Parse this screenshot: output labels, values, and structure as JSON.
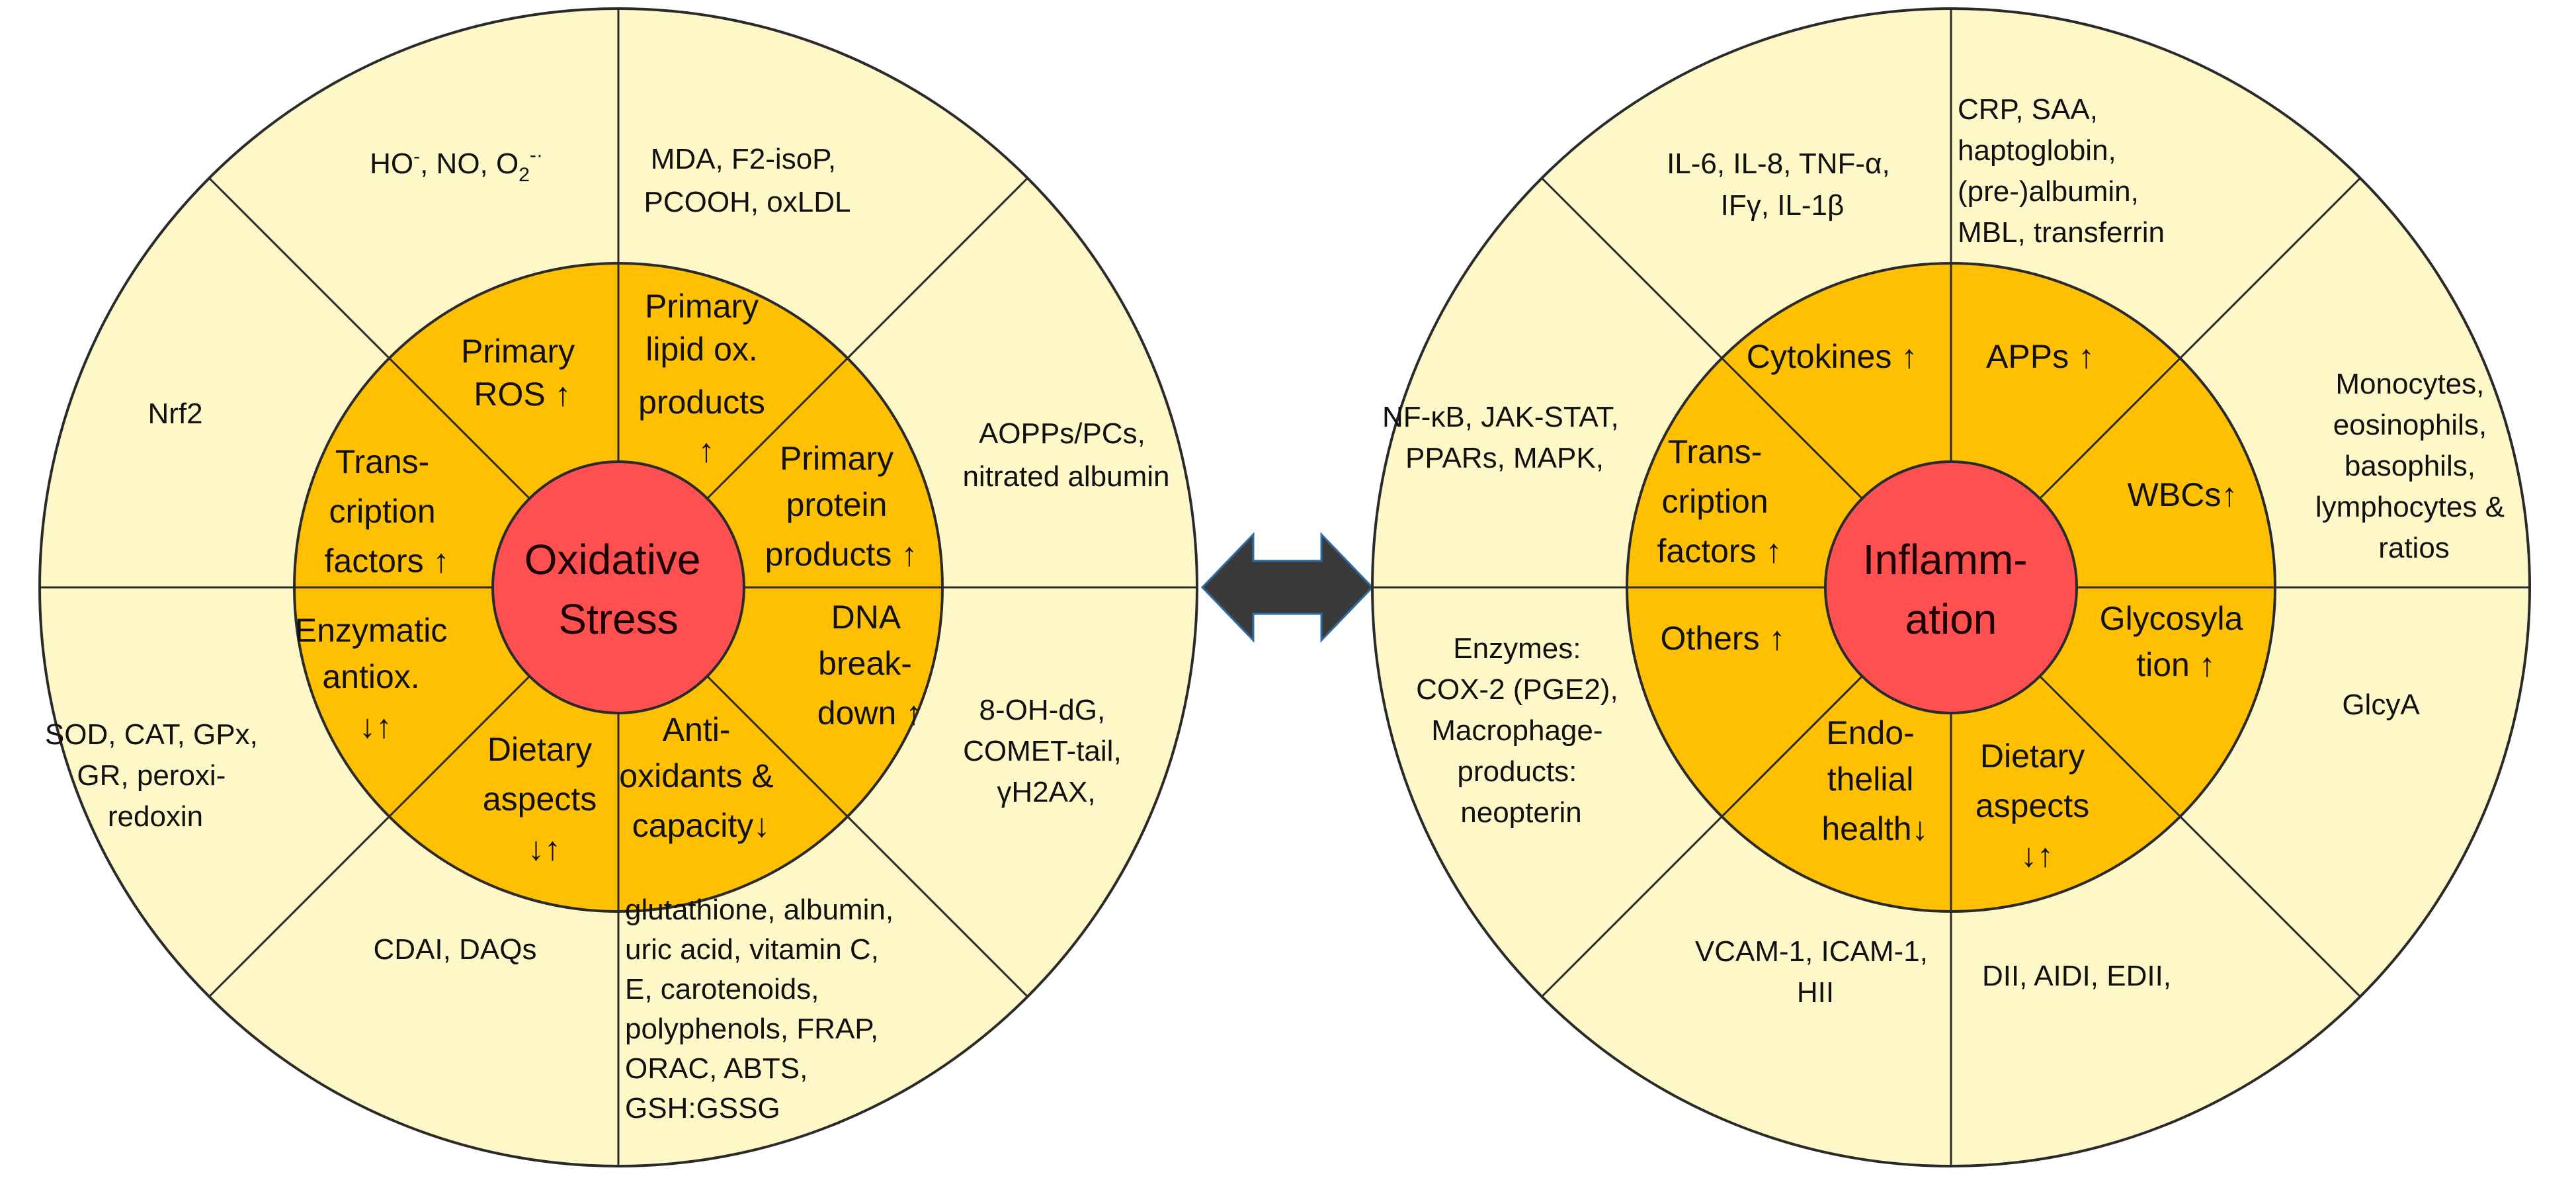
{
  "colors": {
    "outer_ring": "#FEF8C8",
    "inner_ring": "#FEC000",
    "center": "#FE5050",
    "lines": "#2a2a2a",
    "arrow": "#3b3a38"
  },
  "left_wheel": {
    "center_text": [
      "Oxidative",
      "Stress"
    ],
    "inner": {
      "primary_ros": [
        "Primary",
        "ROS ↑"
      ],
      "primary_lipid": [
        "Primary",
        "lipid ox.",
        "products",
        "↑"
      ],
      "primary_protein": [
        "Primary",
        "protein",
        "products ↑"
      ],
      "dna": [
        "DNA",
        "break-",
        "down ↑"
      ],
      "antioxidants": [
        "Anti-",
        "oxidants &",
        "capacity↓"
      ],
      "dietary": [
        "Dietary",
        "aspects",
        "↓↑"
      ],
      "enzymatic": [
        "Enzymatic",
        "antiox.",
        "↓↑"
      ],
      "transcription": [
        "Trans-",
        "cription",
        "factors ↑"
      ]
    },
    "outer": {
      "ros_species": {
        "a": "HO",
        "a_sup": "-",
        "b": ", NO, O",
        "b_sub": "2",
        "b_sup": "-·"
      },
      "lipid_markers": [
        "MDA, F2-isoP,",
        "PCOOH, oxLDL"
      ],
      "protein_markers": [
        "AOPPs/PCs,",
        "nitrated albumin"
      ],
      "dna_markers": [
        "8-OH-dG,",
        "COMET-tail,",
        "γH2AX,"
      ],
      "antioxidant_markers": [
        "glutathione, albumin,",
        "uric acid, vitamin C,",
        "E, carotenoids,",
        "polyphenols, FRAP,",
        "ORAC, ABTS,",
        "GSH:GSSG"
      ],
      "dietary_markers": [
        "CDAI, DAQs"
      ],
      "enzymatic_markers": [
        "SOD, CAT, GPx,",
        "GR, peroxi-",
        "redoxin"
      ],
      "transcription_markers": [
        "Nrf2"
      ]
    }
  },
  "right_wheel": {
    "center_text": [
      "Inflamm-",
      "ation"
    ],
    "inner": {
      "cytokines": [
        "Cytokines ↑"
      ],
      "apps": [
        "APPs ↑"
      ],
      "wbcs": [
        "WBCs↑"
      ],
      "glycosylation": [
        "Glycosyla",
        "tion ↑"
      ],
      "dietary": [
        "Dietary",
        "aspects",
        "↓↑"
      ],
      "endothelial": [
        "Endo-",
        "thelial",
        "health↓"
      ],
      "others": [
        "Others ↑"
      ],
      "transcription": [
        "Trans-",
        "cription",
        "factors ↑"
      ]
    },
    "outer": {
      "cytokine_markers": [
        "IL-6, IL-8, TNF-α,",
        "IFγ, IL-1β"
      ],
      "app_markers": [
        "CRP, SAA,",
        "haptoglobin,",
        "(pre-)albumin,",
        "MBL, transferrin"
      ],
      "wbc_markers": [
        "Monocytes,",
        "eosinophils,",
        "basophils,",
        "lymphocytes &",
        "ratios"
      ],
      "glycosylation_markers": [
        "GlcyA"
      ],
      "dietary_markers": [
        "DII, AIDI, EDII,"
      ],
      "endothelial_markers": [
        "VCAM-1, ICAM-1,",
        "HII"
      ],
      "other_markers": [
        "Enzymes:",
        "COX-2 (PGE2),",
        "Macrophage-",
        "products:",
        "neopterin"
      ],
      "transcription_markers": [
        "NF-κB, JAK-STAT,",
        "PPARs, MAPK,"
      ]
    }
  }
}
